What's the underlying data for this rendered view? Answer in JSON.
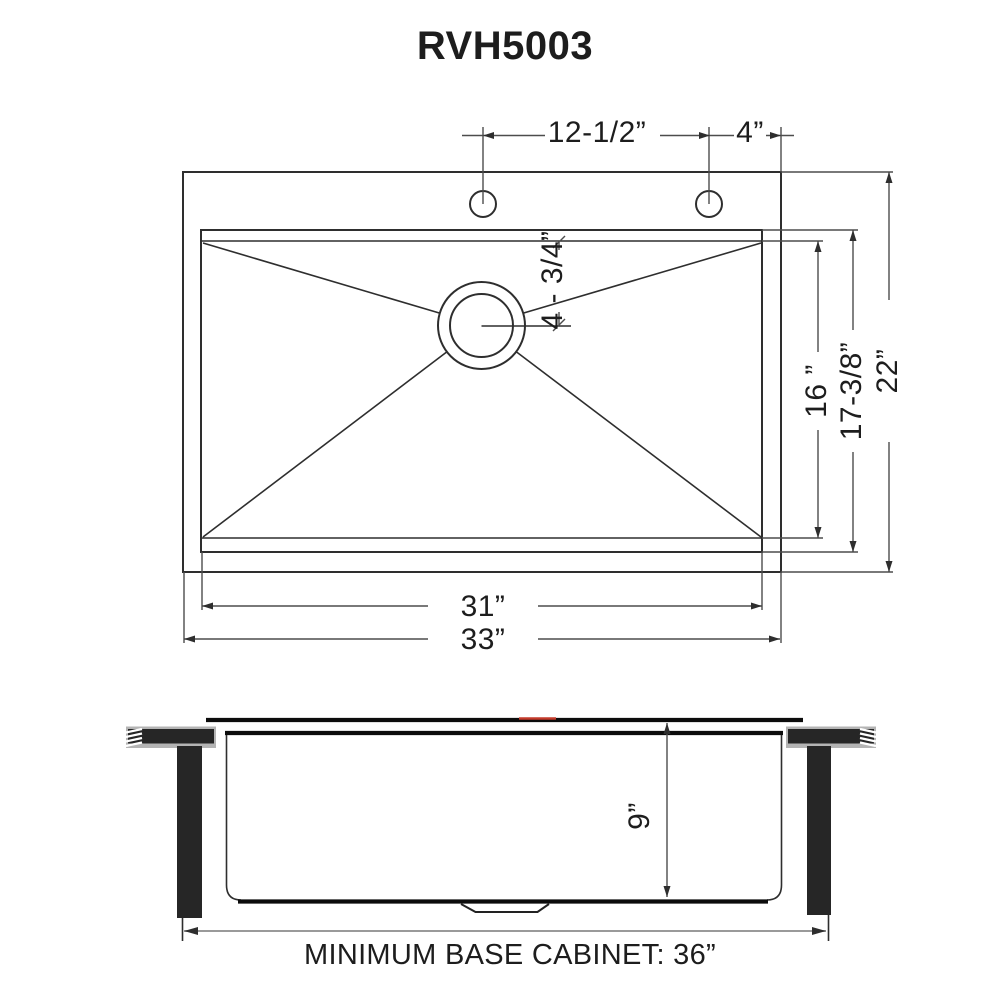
{
  "title": "RVH5003",
  "top_view": {
    "dim_hole_spacing": "12-1/2”",
    "dim_hole_to_edge": "4”",
    "dim_drain_offset": "4 - 3/4”",
    "dim_floor_depth": "16 ”",
    "dim_bowl_depth": "17-3/8”",
    "dim_overall_depth": "22”",
    "dim_bowl_width": "31”",
    "dim_overall_width": "33”"
  },
  "side_view": {
    "dim_bowl_height": "9”",
    "note": "MINIMUM BASE CABINET: 36”"
  }
}
